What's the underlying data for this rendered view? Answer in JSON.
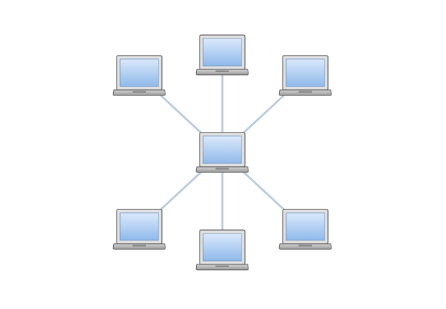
{
  "diagram": {
    "topology": "star",
    "node_icon": "laptop-icon",
    "colors": {
      "link": "#b8cbe0",
      "screen_top": "#dbe9fb",
      "screen_bottom": "#8fb9ea",
      "screen_border": "#6c8fb8",
      "bezel": "#e2e2e2",
      "bezel_border": "#5f5f5f",
      "base": "#b9b9b9",
      "base_border": "#555555",
      "slot": "#8a8a8a"
    },
    "nodes": [
      {
        "id": "hub",
        "role": "hub"
      },
      {
        "id": "top-left",
        "role": "peer"
      },
      {
        "id": "top",
        "role": "peer"
      },
      {
        "id": "top-right",
        "role": "peer"
      },
      {
        "id": "bottom-left",
        "role": "peer"
      },
      {
        "id": "bottom",
        "role": "peer"
      },
      {
        "id": "bottom-right",
        "role": "peer"
      }
    ],
    "links": [
      {
        "from": "hub",
        "to": "top-left"
      },
      {
        "from": "hub",
        "to": "top"
      },
      {
        "from": "hub",
        "to": "top-right"
      },
      {
        "from": "hub",
        "to": "bottom-left"
      },
      {
        "from": "hub",
        "to": "bottom"
      },
      {
        "from": "hub",
        "to": "bottom-right"
      }
    ]
  }
}
